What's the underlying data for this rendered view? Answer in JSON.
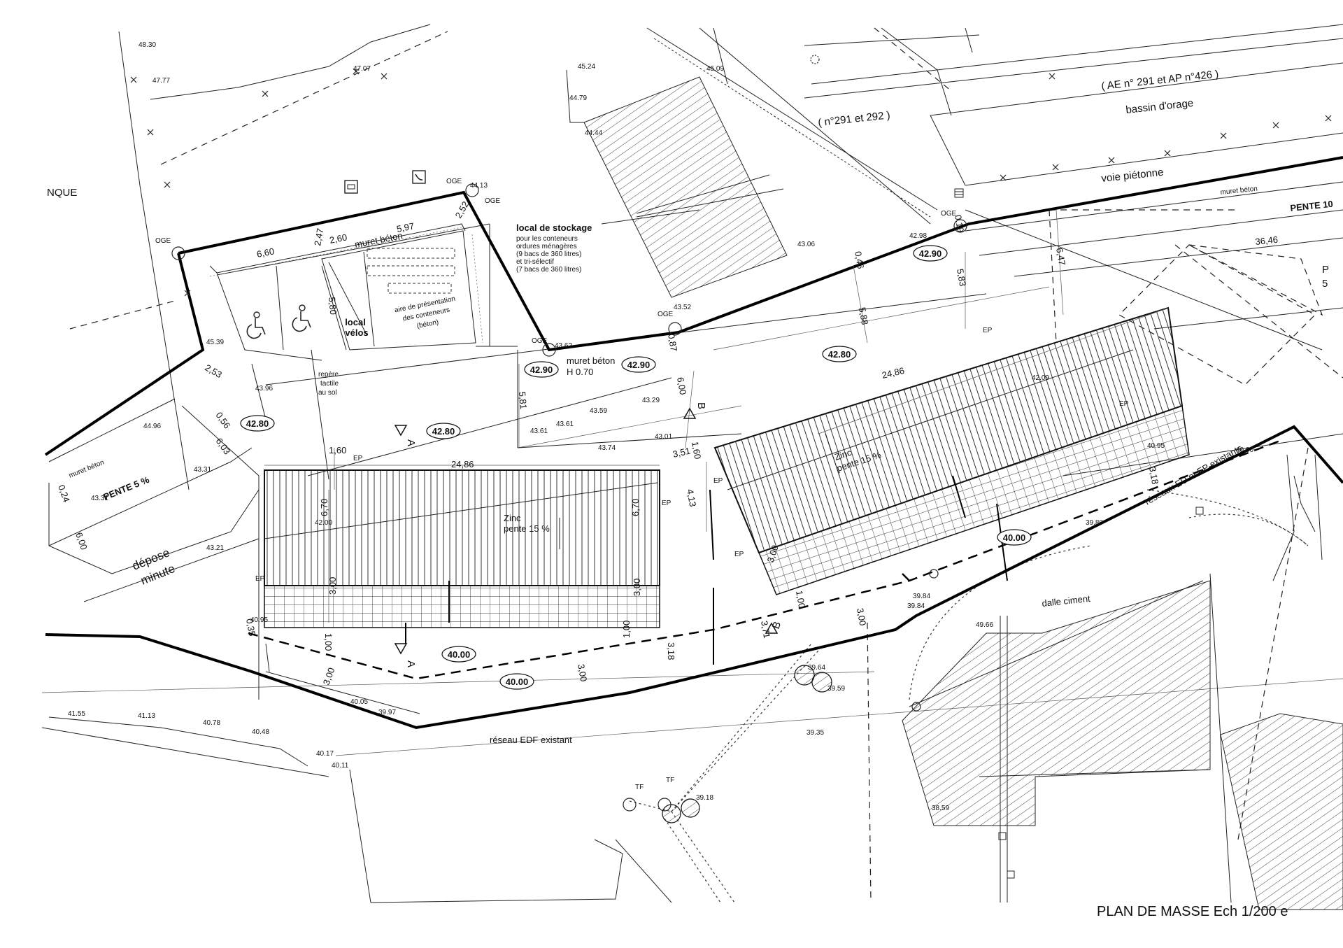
{
  "title": "PLAN DE MASSE Ech 1/200 e",
  "labels": {
    "nque": "NQUE",
    "parcelles_ae": "( AE n° 291 et AP n°426 )",
    "bassin": "bassin d'orage",
    "parcelles_n": "( n°291 et 292 )",
    "voie_pietonne": "voie piétonne",
    "muret_beton_ne": "muret béton",
    "pente_10": "PENTE 10",
    "local_stockage_title": "local de stockage",
    "local_stockage_l1": "pour les conteneurs",
    "local_stockage_l2": "ordures ménagères",
    "local_stockage_l3": "(9 bacs de 360 litres)",
    "local_stockage_l4": "et tri-sélectif",
    "local_stockage_l5": "(7 bacs de 360 litres)",
    "muret_beton_top": "muret béton",
    "aire_l1": "aire de présentation",
    "aire_l2": "des conteneurs",
    "aire_l3": "(béton)",
    "local_velos_l1": "local",
    "local_velos_l2": "vélos",
    "muret_beton_h": "muret béton",
    "muret_h": "H 0.70",
    "repere_l1": "repère",
    "repere_l2": "tactile",
    "repere_l3": "au sol",
    "muret_beton_w": "muret béton",
    "pente_5": "PENTE 5 %",
    "depose": "dépose",
    "minute": "minute",
    "zinc_1": "Zinc",
    "pente15_1": "pente 15 %",
    "zinc_2": "Zinc",
    "pente15_2": "pente 15 %",
    "reseaux": "réseaux EU et EP existants",
    "dalle": "dalle ciment",
    "edf": "réseau EDF existant",
    "section_a1": "A",
    "section_a2": "A",
    "section_b1": "B",
    "section_b2": "B",
    "oge": "OGE",
    "ep": "EP",
    "tf": "TF",
    "right_p": "P",
    "right_5": "5"
  },
  "boxed_levels": {
    "b1": "42.90",
    "b2": "42.90",
    "b3": "42.90",
    "b4": "42.80",
    "b5": "42.80",
    "b6": "42.80",
    "b7": "40.00",
    "b8": "40.00",
    "b9": "40.00"
  },
  "levels": {
    "l4830": "48.30",
    "l4777": "47.77",
    "l4707": "47.07",
    "l4524": "45.24",
    "l4479": "44.79",
    "l4444": "44.44",
    "l4509": "45.09",
    "l4413": "44.13",
    "l4306": "43.06",
    "l4298": "42.98",
    "l4352": "43.52",
    "l4362": "43.62",
    "l4539": "45.39",
    "l4396": "43.96",
    "l4496": "44.96",
    "l4331a": "43.31",
    "l4331b": "43.31",
    "l4321": "43.21",
    "l4359": "43.59",
    "l4329": "43.29",
    "l4361a": "43.61",
    "l4361b": "43.61",
    "l4374": "43.74",
    "l4301": "43.01",
    "l4209": "42.09",
    "l4200": "42.00",
    "l4095a": "40.95",
    "l4095b": "40.95",
    "l4000": "40.00",
    "l3980": "39.80",
    "l3984a": "39.84",
    "l3984b": "39.84",
    "l4966": "49.66",
    "l4005": "40.05",
    "l3997": "39.97",
    "l3964": "39.64",
    "l3959": "39.59",
    "l3935": "39.35",
    "l4155": "41.55",
    "l4113": "41.13",
    "l4078": "40.78",
    "l4048": "40.48",
    "l4017": "40.17",
    "l4011": "40.11",
    "l3918": "39.18",
    "l3859": "38.59"
  },
  "dims": {
    "d597": "5,97",
    "d252": "2,52",
    "d660": "6,60",
    "d247": "2,47",
    "d260": "2,60",
    "d580": "5,80",
    "d046": "0,46",
    "d019": "0,19",
    "d583": "5,83",
    "d647": "6,47",
    "d3646": "36,46",
    "d588": "5,88",
    "d253": "2,53",
    "d056": "0,56",
    "d603": "6,03",
    "d024": "0,24",
    "d600a": "6,00",
    "d581": "5,81",
    "d600b": "6,00",
    "d087": "0,87",
    "d2486a": "24,86",
    "d2486b": "24,86",
    "d160a": "1,60",
    "d160b": "1,60",
    "d351": "3,51",
    "d413": "4,13",
    "d670a": "6,70",
    "d670b": "6,70",
    "d300a": "3,00",
    "d300b": "3,00",
    "d100a": "1,00",
    "d100b": "1,00",
    "d318a": "3,18",
    "d318b": "3,18",
    "d300c": "3,00",
    "d300d": "3,00",
    "d371": "3,71",
    "d300e": "3,00",
    "d100c": "1,00",
    "d300f": "3,00",
    "d035": "0,35"
  }
}
